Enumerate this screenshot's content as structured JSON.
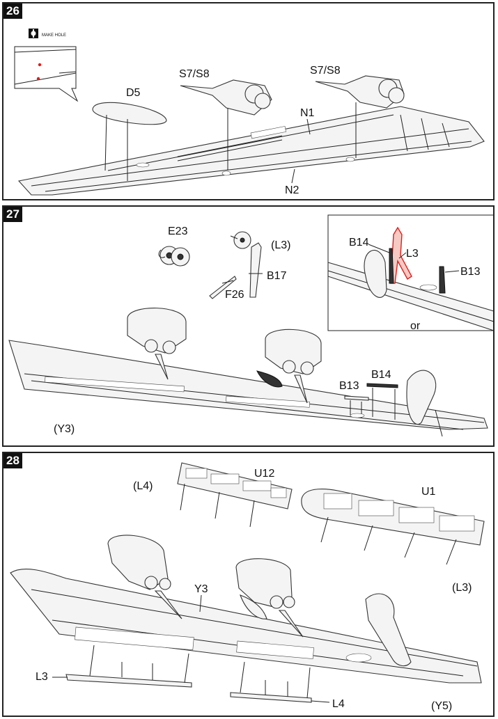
{
  "steps": [
    {
      "number": "26",
      "note_icon": "drill-icon",
      "note_text": "MAKE HOLE",
      "labels": {
        "d5": "D5",
        "s7s8_left": "S7/S8",
        "s7s8_right": "S7/S8",
        "n1": "N1",
        "n2": "N2"
      }
    },
    {
      "number": "27",
      "labels": {
        "e23": "E23",
        "l3_ref": "(L3)",
        "b17": "B17",
        "f26": "F26",
        "b14_inset": "B14",
        "l3_inset": "L3",
        "b13_inset": "B13",
        "or": "or",
        "b13": "B13",
        "b14": "B14",
        "y3": "(Y3)"
      }
    },
    {
      "number": "28",
      "labels": {
        "l4_ref": "(L4)",
        "u12": "U12",
        "u1": "U1",
        "l3_ref": "(L3)",
        "y3": "Y3",
        "l3": "L3",
        "l4": "L4",
        "y5": "(Y5)"
      }
    }
  ]
}
